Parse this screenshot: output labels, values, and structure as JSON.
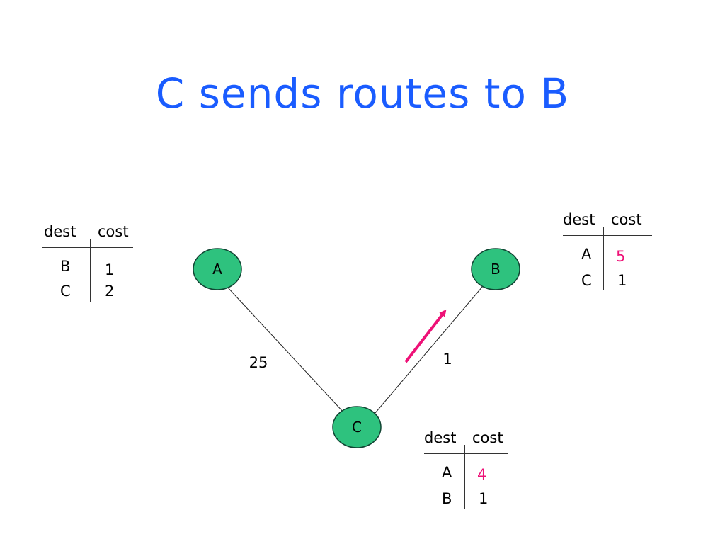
{
  "slide": {
    "title": "C sends routes to B"
  },
  "graph": {
    "nodes": [
      {
        "id": "A",
        "label": "A"
      },
      {
        "id": "B",
        "label": "B"
      },
      {
        "id": "C",
        "label": "C"
      }
    ],
    "edges": [
      {
        "from": "A",
        "to": "C",
        "cost": "25"
      },
      {
        "from": "B",
        "to": "C",
        "cost": "1"
      }
    ],
    "message_arrow": {
      "from": "C",
      "to": "B"
    },
    "colors": {
      "node_fill": "#2ec27e",
      "node_stroke": "#114433",
      "arrow": "#ee1177",
      "title": "#1a5cff",
      "updated_cost": "#ee1177"
    }
  },
  "tables": {
    "a": {
      "header": {
        "dest": "dest",
        "cost": "cost"
      },
      "rows": [
        {
          "dest": "B",
          "cost": "1"
        },
        {
          "dest": "C",
          "cost": "2"
        }
      ]
    },
    "b": {
      "header": {
        "dest": "dest",
        "cost": "cost"
      },
      "rows": [
        {
          "dest": "A",
          "cost": "5",
          "updated": true
        },
        {
          "dest": "C",
          "cost": "1"
        }
      ]
    },
    "c": {
      "header": {
        "dest": "dest",
        "cost": "cost"
      },
      "rows": [
        {
          "dest": "A",
          "cost": "4",
          "updated": true
        },
        {
          "dest": "B",
          "cost": "1"
        }
      ]
    }
  }
}
